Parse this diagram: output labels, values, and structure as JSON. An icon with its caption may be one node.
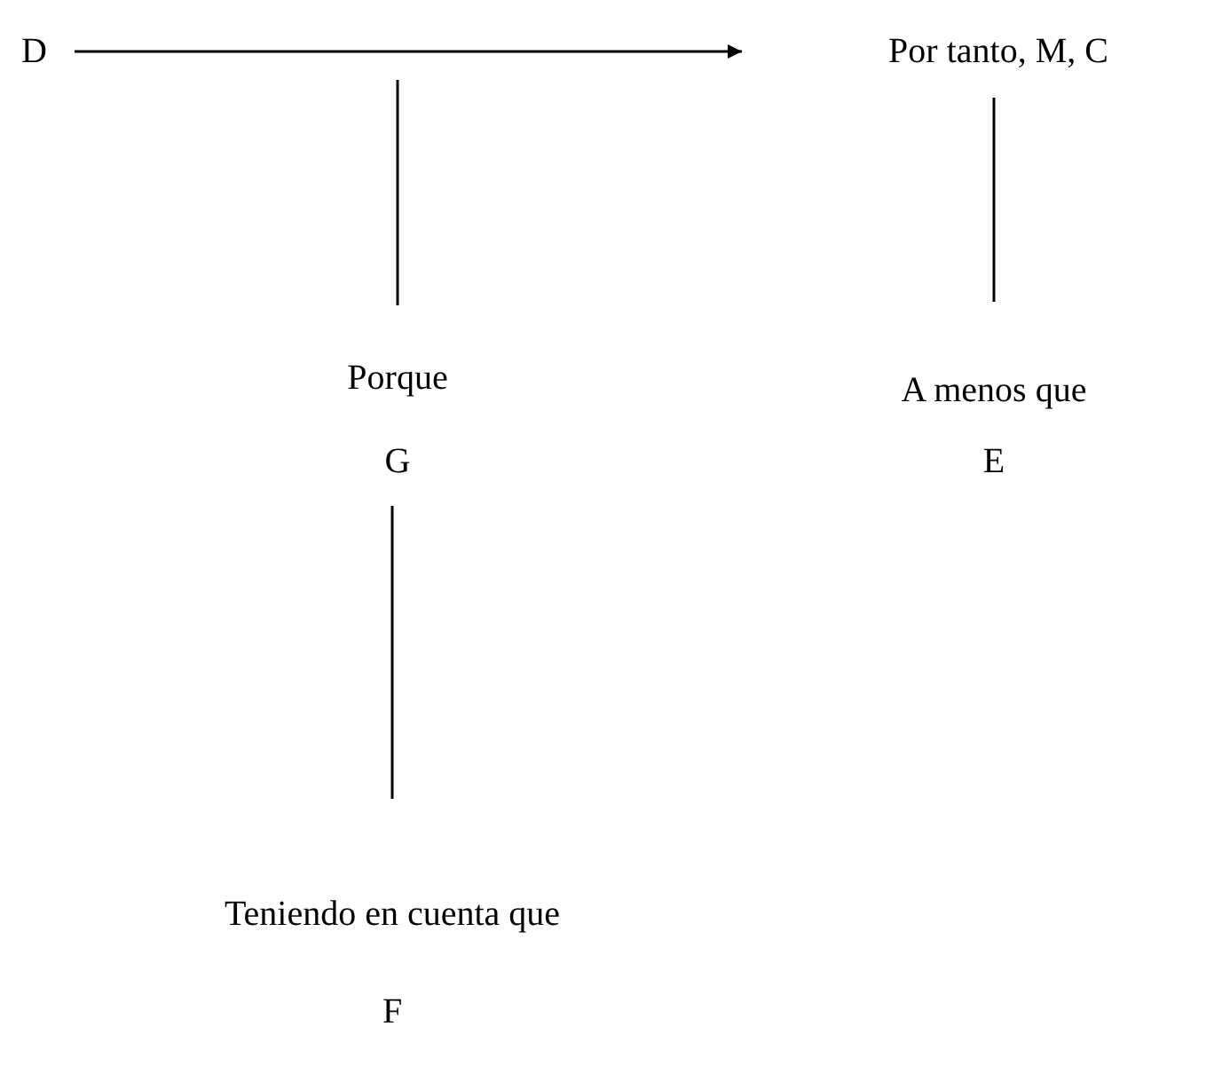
{
  "diagram": {
    "nodes": [
      {
        "text": [
          "D"
        ]
      },
      {
        "text": [
          "Por tanto, M, C"
        ]
      },
      {
        "text": [
          "Porque",
          "G"
        ]
      },
      {
        "text": [
          "A menos que",
          "E"
        ]
      },
      {
        "text": [
          "Teniendo en cuenta que",
          "F"
        ]
      }
    ],
    "edges": [
      {
        "from": 0,
        "to": 1,
        "arrow": "to"
      },
      {
        "from": null,
        "to": 2,
        "arrow": "none"
      },
      {
        "from": 1,
        "to": 3,
        "arrow": "none"
      },
      {
        "from": 2,
        "to": 4,
        "arrow": "none"
      }
    ]
  }
}
